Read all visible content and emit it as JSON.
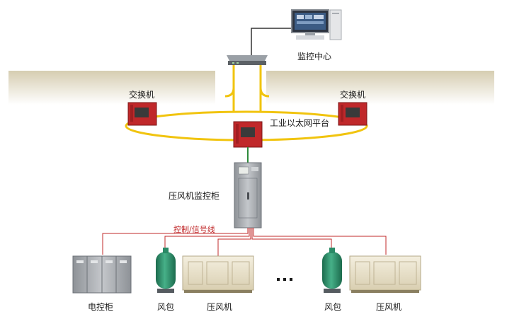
{
  "labels": {
    "monitor_center": "监控中心",
    "switch_left": "交换机",
    "switch_right": "交换机",
    "ethernet_platform": "工业以太网平台",
    "monitor_cabinet": "压风机监控柜",
    "signal_line": "控制/信号线",
    "electric_cabinet": "电控柜",
    "air_tank_1": "风包",
    "compressor_1": "压风机",
    "air_tank_2": "风包",
    "compressor_2": "压风机",
    "ellipsis": "..."
  },
  "colors": {
    "fiber_ring": "#f1c40f",
    "fiber_uplink": "#f1c40f",
    "copper_line": "#333333",
    "signal_line": "#c0282a",
    "cabinet_link": "#2e8b3c",
    "platform_band": "#dad2b8",
    "switch_red": "#c0282a",
    "tank_green": "#2a8a66",
    "compressor_beige": "#e9e2cc",
    "cabinet_gray": "#a7abb0"
  },
  "icons": {
    "monitor_center": "workstation-icon",
    "router": "network-router-icon",
    "switch": "industrial-switch-icon",
    "monitor_cabinet": "control-cabinet-icon",
    "electric_cabinet": "electric-cabinet-icon",
    "air_tank": "air-tank-icon",
    "compressor": "air-compressor-icon"
  }
}
